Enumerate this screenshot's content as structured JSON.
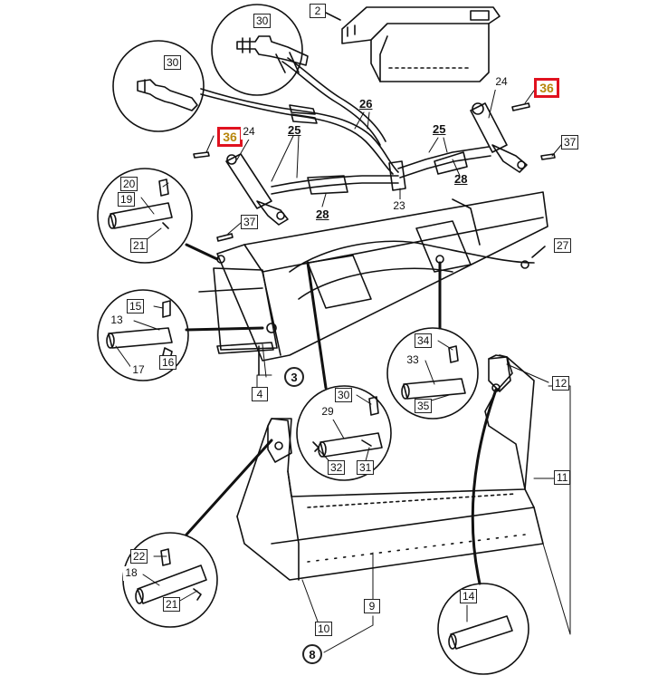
{
  "callouts": {
    "c2": "2",
    "c30a": "30",
    "c30b": "30",
    "c36a": "36",
    "c24a": "24",
    "c26": "26",
    "c36b": "36",
    "c24b": "24",
    "c25a": "25",
    "c25b": "25",
    "c37a": "37",
    "c28a": "28",
    "c20": "20",
    "c19": "19",
    "c23": "23",
    "c28b": "28",
    "c21a": "21",
    "c37b": "37",
    "c27": "27",
    "c15": "15",
    "c13": "13",
    "c16": "16",
    "c17": "17",
    "c34": "34",
    "c33": "33",
    "c35": "35",
    "c3": "3",
    "c4": "4",
    "c30c": "30",
    "c29": "29",
    "c32": "32",
    "c31": "31",
    "c12": "12",
    "c11": "11",
    "c22": "22",
    "c18": "18",
    "c21b": "21",
    "c9": "9",
    "c14": "14",
    "c10": "10",
    "c8": "8"
  },
  "colors": {
    "line": "#111111",
    "highlight_border": "#e0121f",
    "highlight_text": "#b8860b"
  }
}
